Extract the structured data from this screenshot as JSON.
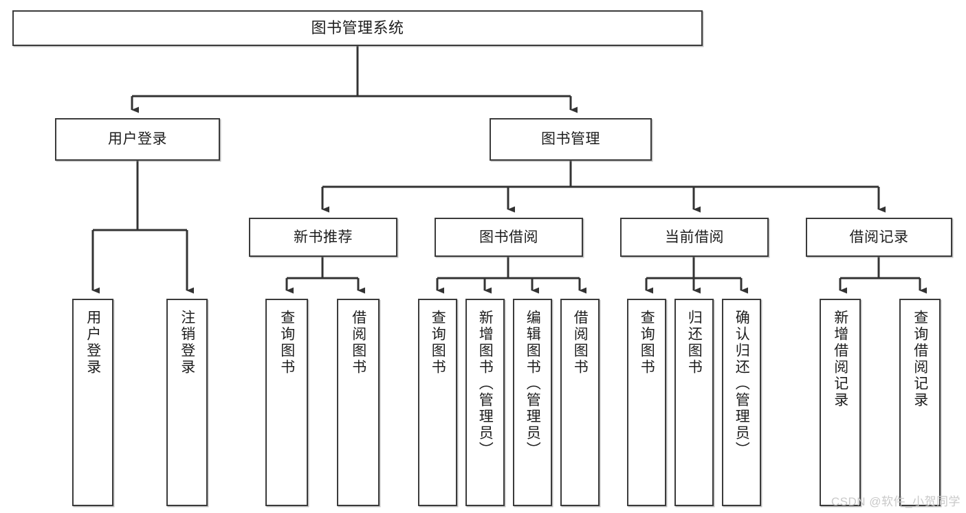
{
  "diagram": {
    "title": "图书管理系统",
    "watermark": "CSDN @软件_小贺同学",
    "colors": {
      "box_border": "#3a3a3a",
      "box_fill": "#ffffff",
      "edge": "#333333",
      "text": "#1d1d1d",
      "watermark": "#c9c9c9",
      "background": "#ffffff"
    },
    "root": {
      "label": "图书管理系统"
    },
    "level2": [
      {
        "label": "用户登录"
      },
      {
        "label": "图书管理"
      }
    ],
    "level3": [
      {
        "label": "新书推荐"
      },
      {
        "label": "图书借阅"
      },
      {
        "label": "当前借阅"
      },
      {
        "label": "借阅记录"
      }
    ],
    "leaves": {
      "user_login": [
        {
          "label": "用户登录"
        },
        {
          "label": "注销登录"
        }
      ],
      "new_book_recommend": [
        {
          "label": "查询图书"
        },
        {
          "label": "借阅图书"
        }
      ],
      "book_borrow": [
        {
          "label": "查询图书"
        },
        {
          "label": "新增图书（管理员）"
        },
        {
          "label": "编辑图书（管理员）"
        },
        {
          "label": "借阅图书"
        }
      ],
      "current_borrow": [
        {
          "label": "查询图书"
        },
        {
          "label": "归还图书"
        },
        {
          "label": "确认归还（管理员）"
        }
      ],
      "borrow_record": [
        {
          "label": "新增借阅记录"
        },
        {
          "label": "查询借阅记录"
        }
      ]
    }
  }
}
